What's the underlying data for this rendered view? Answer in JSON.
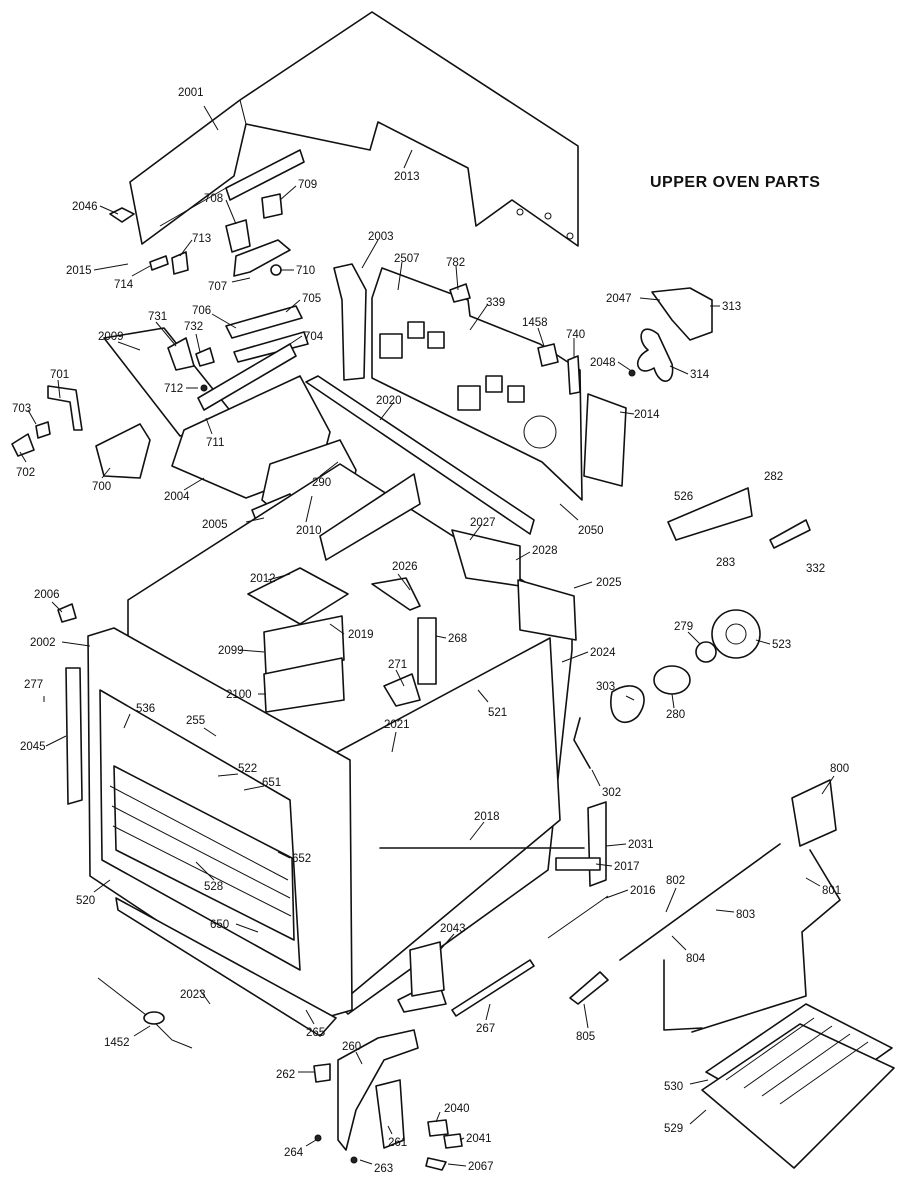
{
  "diagram": {
    "title": "UPPER OVEN PARTS",
    "callouts": [
      "2001",
      "2013",
      "2046",
      "708",
      "709",
      "2015",
      "714",
      "713",
      "707",
      "710",
      "2003",
      "2507",
      "782",
      "339",
      "1458",
      "740",
      "2047",
      "313",
      "2048",
      "314",
      "731",
      "732",
      "706",
      "705",
      "704",
      "2009",
      "712",
      "711",
      "701",
      "703",
      "702",
      "700",
      "2004",
      "290",
      "2005",
      "2010",
      "2020",
      "2014",
      "2050",
      "526",
      "282",
      "283",
      "332",
      "2027",
      "2028",
      "2026",
      "2025",
      "2006",
      "2012",
      "2002",
      "2019",
      "268",
      "279",
      "523",
      "2099",
      "271",
      "2024",
      "277",
      "2100",
      "303",
      "521",
      "280",
      "536",
      "255",
      "2021",
      "302",
      "2045",
      "522",
      "651",
      "800",
      "2018",
      "2031",
      "652",
      "2017",
      "802",
      "801",
      "528",
      "2016",
      "520",
      "803",
      "650",
      "2043",
      "804",
      "2023",
      "267",
      "805",
      "265",
      "1452",
      "260",
      "262",
      "530",
      "2040",
      "261",
      "529",
      "264",
      "2041",
      "263",
      "2067"
    ]
  }
}
